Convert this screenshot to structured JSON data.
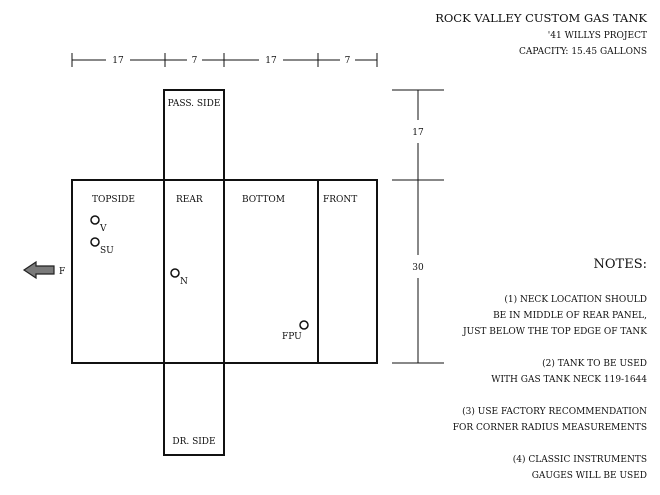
{
  "header": {
    "title": "ROCK VALLEY CUSTOM  GAS TANK",
    "project": "'41 WILLYS PROJECT",
    "capacity": "CAPACITY: 15.45 GALLONS"
  },
  "dimensions": {
    "top": [
      "17",
      "7",
      "17",
      "7"
    ],
    "right_upper": "17",
    "right_lower": "30"
  },
  "panels": {
    "pass_side": "PASS. SIDE",
    "topside": "TOPSIDE",
    "rear": "REAR",
    "bottom": "BOTTOM",
    "front": "FRONT",
    "dr_side": "DR. SIDE"
  },
  "fittings": {
    "v": "V",
    "su": "SU",
    "n": "N",
    "fpu": "FPU"
  },
  "front_arrow_label": "F",
  "notes": {
    "heading": "NOTES:",
    "items": [
      [
        "(1) NECK LOCATION SHOULD",
        "BE IN MIDDLE OF REAR PANEL,",
        "JUST BELOW THE TOP EDGE OF TANK"
      ],
      [
        "(2) TANK TO BE USED",
        "WITH GAS TANK NECK 119-1644"
      ],
      [
        "(3) USE  FACTORY RECOMMENDATION",
        "FOR CORNER RADIUS MEASUREMENTS"
      ],
      [
        "(4) CLASSIC INSTRUMENTS",
        "GAUGES WILL BE USED"
      ]
    ]
  }
}
